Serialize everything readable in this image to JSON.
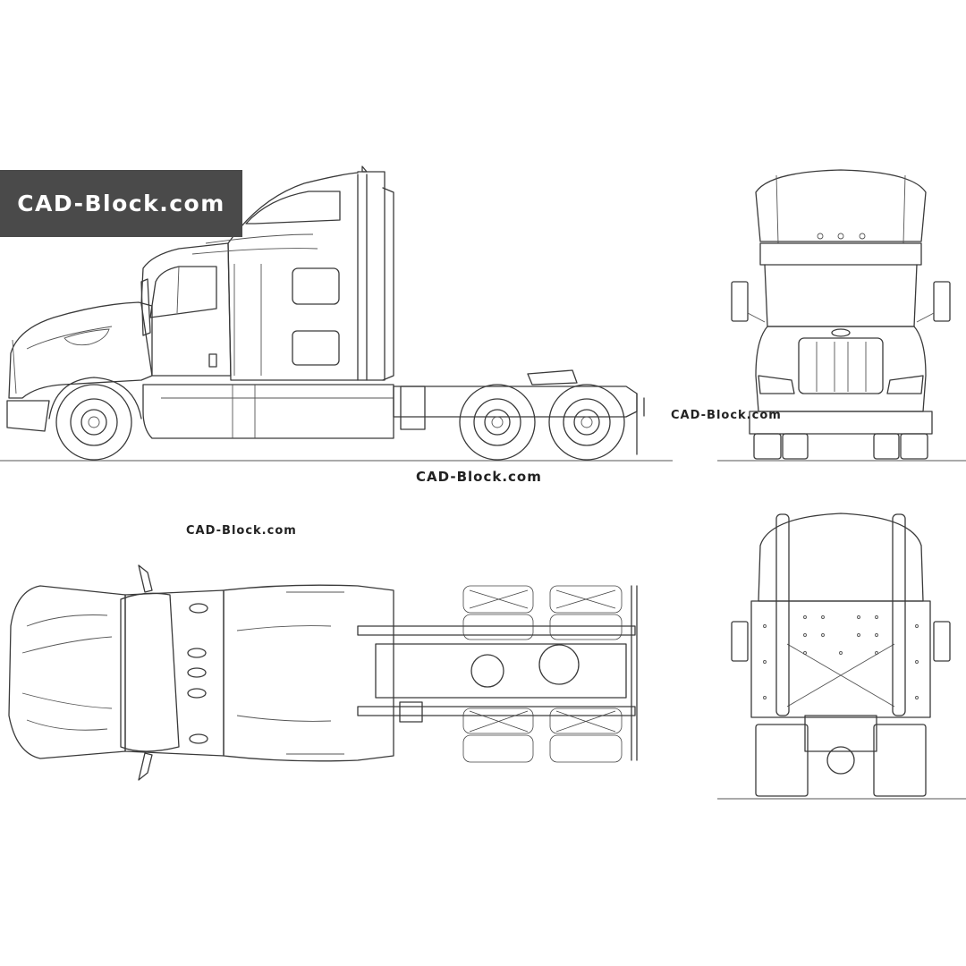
{
  "brand_badge": "CAD-Block.com",
  "watermarks": {
    "front_view": "CAD-Block.com",
    "side_view": "CAD-Block.com",
    "top_view": "CAD-Block.com"
  },
  "colors": {
    "badge_background": "#4a4a4a",
    "badge_text": "#ffffff",
    "line_art": "#3a3a3a",
    "background": "#ffffff"
  },
  "views": [
    "side",
    "front",
    "top",
    "rear"
  ]
}
